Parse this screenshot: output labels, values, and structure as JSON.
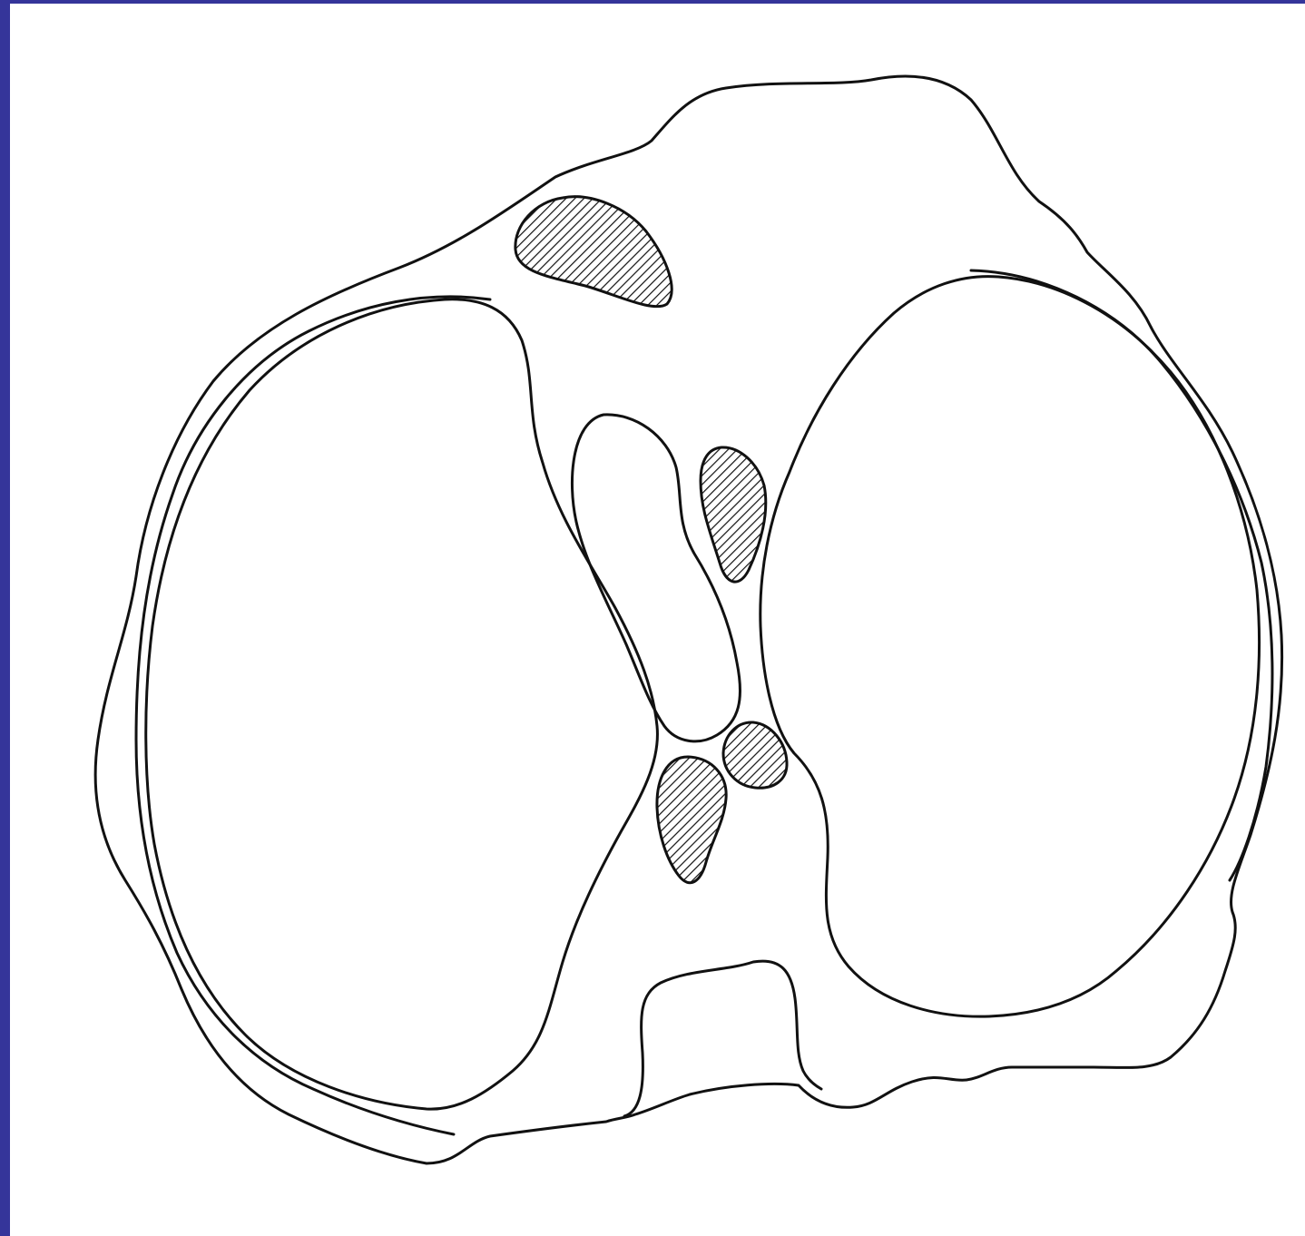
{
  "figure": {
    "frame_color": "#35359a",
    "background_color": "#ffffff",
    "line_color": "#111111",
    "structures": [
      "outer-body-contour",
      "left-cavity-outer-wall",
      "left-cavity",
      "right-cavity-outer-wall",
      "right-cavity",
      "central-elongated-chamber",
      "lower-central-block",
      "hatched-region-top",
      "hatched-region-upper-right",
      "hatched-region-lower-left",
      "hatched-region-lower-right"
    ]
  }
}
